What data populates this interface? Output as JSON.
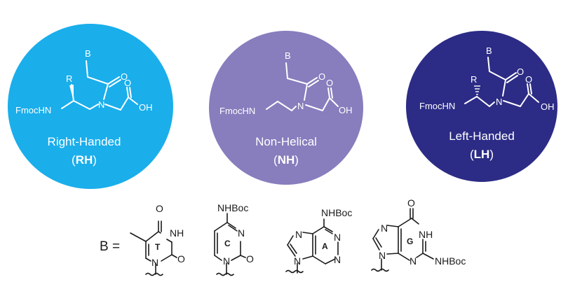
{
  "monomers": [
    {
      "name": "Right-Handed",
      "abbr": "RH",
      "color": "#1aaeeb",
      "labels": {
        "b": "B",
        "r": "R",
        "fmochn": "FmocHN",
        "n": "N",
        "o1": "O",
        "o2": "O",
        "oh": "OH"
      }
    },
    {
      "name": "Non-Helical",
      "abbr": "NH",
      "color": "#887dbd",
      "labels": {
        "b": "B",
        "fmochn": "FmocHN",
        "n": "N",
        "o1": "O",
        "o2": "O",
        "oh": "OH"
      }
    },
    {
      "name": "Left-Handed",
      "abbr": "LH",
      "color": "#2c2c86",
      "labels": {
        "b": "B",
        "r": "R",
        "fmochn": "FmocHN",
        "n": "N",
        "o1": "O",
        "o2": "O",
        "oh": "OH"
      }
    }
  ],
  "base_label": "B =",
  "bases": [
    {
      "letter": "T",
      "atoms": {
        "o_top": "O",
        "nh": "NH",
        "o_right": "O",
        "n": "N"
      }
    },
    {
      "letter": "C",
      "atoms": {
        "nhboc": "NHBoc",
        "n_ring": "N",
        "o": "O",
        "n": "N"
      }
    },
    {
      "letter": "A",
      "atoms": {
        "nhboc": "NHBoc",
        "n7": "N",
        "n1": "N",
        "n3": "N",
        "n9": "N"
      }
    },
    {
      "letter": "G",
      "atoms": {
        "o": "O",
        "n7": "N",
        "nh": "NH",
        "n3": "N",
        "n9": "N",
        "nhboc": "NHBoc"
      }
    }
  ],
  "colors": {
    "line": "#1a1a1a",
    "white": "#ffffff"
  }
}
